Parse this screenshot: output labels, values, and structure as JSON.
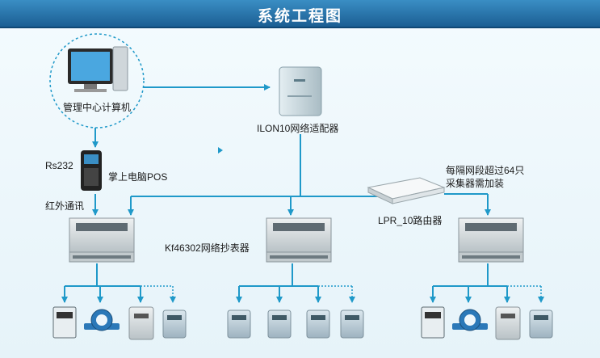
{
  "title": "系统工程图",
  "nodes": {
    "pc": "管理中心计算机",
    "adapter": "ILON10网络适配器",
    "rs232": "Rs232",
    "pos": "掌上电脑POS",
    "ir": "红外通讯",
    "router": "LPR_10路由器",
    "meter_reader": "Kf46302网络抄表器",
    "note_line1": "每隔网段超过64只",
    "note_line2": "采集器需加装"
  },
  "colors": {
    "title_bar": "#1b5e93",
    "wire": "#1f99c9",
    "dotted": "#1f99c9"
  }
}
